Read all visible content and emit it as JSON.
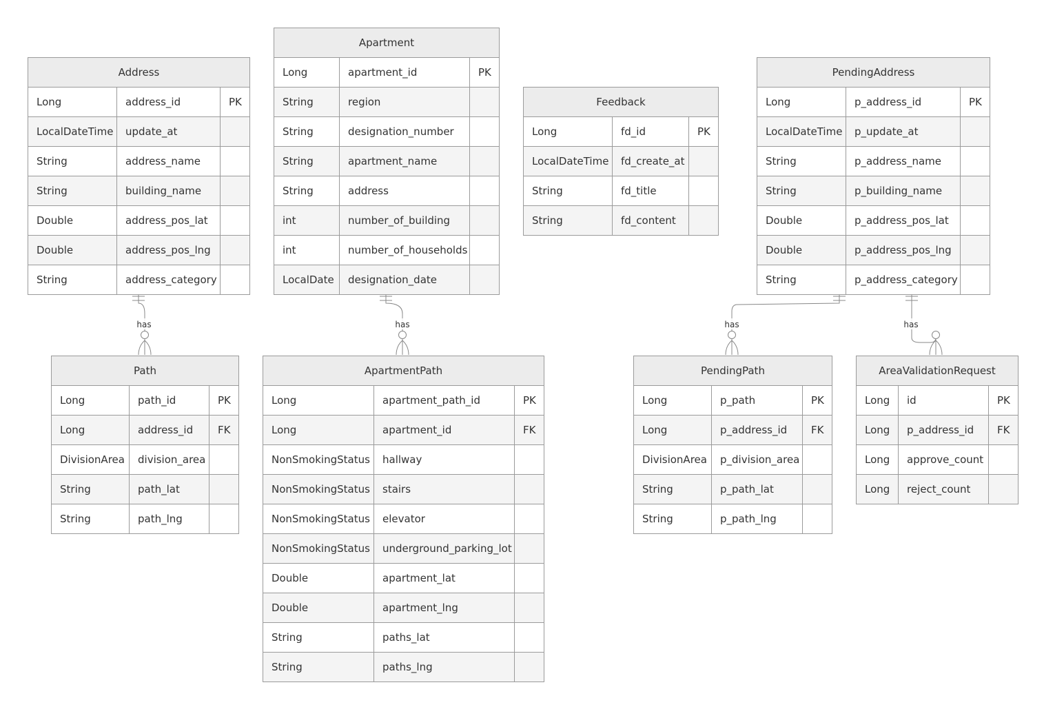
{
  "entities": [
    {
      "id": "address",
      "name": "Address",
      "attributes": [
        {
          "type": "Long",
          "name": "address_id",
          "key": "PK"
        },
        {
          "type": "LocalDateTime",
          "name": "update_at",
          "key": ""
        },
        {
          "type": "String",
          "name": "address_name",
          "key": ""
        },
        {
          "type": "String",
          "name": "building_name",
          "key": ""
        },
        {
          "type": "Double",
          "name": "address_pos_lat",
          "key": ""
        },
        {
          "type": "Double",
          "name": "address_pos_lng",
          "key": ""
        },
        {
          "type": "String",
          "name": "address_category",
          "key": ""
        }
      ]
    },
    {
      "id": "apartment",
      "name": "Apartment",
      "attributes": [
        {
          "type": "Long",
          "name": "apartment_id",
          "key": "PK"
        },
        {
          "type": "String",
          "name": "region",
          "key": ""
        },
        {
          "type": "String",
          "name": "designation_number",
          "key": ""
        },
        {
          "type": "String",
          "name": "apartment_name",
          "key": ""
        },
        {
          "type": "String",
          "name": "address",
          "key": ""
        },
        {
          "type": "int",
          "name": "number_of_building",
          "key": ""
        },
        {
          "type": "int",
          "name": "number_of_households",
          "key": ""
        },
        {
          "type": "LocalDate",
          "name": "designation_date",
          "key": ""
        }
      ]
    },
    {
      "id": "feedback",
      "name": "Feedback",
      "attributes": [
        {
          "type": "Long",
          "name": "fd_id",
          "key": "PK"
        },
        {
          "type": "LocalDateTime",
          "name": "fd_create_at",
          "key": ""
        },
        {
          "type": "String",
          "name": "fd_title",
          "key": ""
        },
        {
          "type": "String",
          "name": "fd_content",
          "key": ""
        }
      ]
    },
    {
      "id": "pending-address",
      "name": "PendingAddress",
      "attributes": [
        {
          "type": "Long",
          "name": "p_address_id",
          "key": "PK"
        },
        {
          "type": "LocalDateTime",
          "name": "p_update_at",
          "key": ""
        },
        {
          "type": "String",
          "name": "p_address_name",
          "key": ""
        },
        {
          "type": "String",
          "name": "p_building_name",
          "key": ""
        },
        {
          "type": "Double",
          "name": "p_address_pos_lat",
          "key": ""
        },
        {
          "type": "Double",
          "name": "p_address_pos_lng",
          "key": ""
        },
        {
          "type": "String",
          "name": "p_address_category",
          "key": ""
        }
      ]
    },
    {
      "id": "path",
      "name": "Path",
      "attributes": [
        {
          "type": "Long",
          "name": "path_id",
          "key": "PK"
        },
        {
          "type": "Long",
          "name": "address_id",
          "key": "FK"
        },
        {
          "type": "DivisionArea",
          "name": "division_area",
          "key": ""
        },
        {
          "type": "String",
          "name": "path_lat",
          "key": ""
        },
        {
          "type": "String",
          "name": "path_lng",
          "key": ""
        }
      ]
    },
    {
      "id": "apartment-path",
      "name": "ApartmentPath",
      "attributes": [
        {
          "type": "Long",
          "name": "apartment_path_id",
          "key": "PK"
        },
        {
          "type": "Long",
          "name": "apartment_id",
          "key": "FK"
        },
        {
          "type": "NonSmokingStatus",
          "name": "hallway",
          "key": ""
        },
        {
          "type": "NonSmokingStatus",
          "name": "stairs",
          "key": ""
        },
        {
          "type": "NonSmokingStatus",
          "name": "elevator",
          "key": ""
        },
        {
          "type": "NonSmokingStatus",
          "name": "underground_parking_lot",
          "key": ""
        },
        {
          "type": "Double",
          "name": "apartment_lat",
          "key": ""
        },
        {
          "type": "Double",
          "name": "apartment_lng",
          "key": ""
        },
        {
          "type": "String",
          "name": "paths_lat",
          "key": ""
        },
        {
          "type": "String",
          "name": "paths_lng",
          "key": ""
        }
      ]
    },
    {
      "id": "pending-path",
      "name": "PendingPath",
      "attributes": [
        {
          "type": "Long",
          "name": "p_path",
          "key": "PK"
        },
        {
          "type": "Long",
          "name": "p_address_id",
          "key": "FK"
        },
        {
          "type": "DivisionArea",
          "name": "p_division_area",
          "key": ""
        },
        {
          "type": "String",
          "name": "p_path_lat",
          "key": ""
        },
        {
          "type": "String",
          "name": "p_path_lng",
          "key": ""
        }
      ]
    },
    {
      "id": "area-validation-request",
      "name": "AreaValidationRequest",
      "attributes": [
        {
          "type": "Long",
          "name": "id",
          "key": "PK"
        },
        {
          "type": "Long",
          "name": "p_address_id",
          "key": "FK"
        },
        {
          "type": "Long",
          "name": "approve_count",
          "key": ""
        },
        {
          "type": "Long",
          "name": "reject_count",
          "key": ""
        }
      ]
    }
  ],
  "relationships": [
    {
      "from": "address",
      "to": "path",
      "label": "has",
      "from_cardinality": "exactly-one",
      "to_cardinality": "zero-or-more"
    },
    {
      "from": "apartment",
      "to": "apartment-path",
      "label": "has",
      "from_cardinality": "exactly-one",
      "to_cardinality": "zero-or-more"
    },
    {
      "from": "pending-address",
      "to": "pending-path",
      "label": "has",
      "from_cardinality": "exactly-one",
      "to_cardinality": "zero-or-more"
    },
    {
      "from": "pending-address",
      "to": "area-validation-request",
      "label": "has",
      "from_cardinality": "exactly-one",
      "to_cardinality": "zero-or-more"
    }
  ],
  "colors": {
    "header_bg": "#ececec",
    "row_alt": "#f4f4f4",
    "row": "#ffffff",
    "border": "#9a9a9a",
    "line": "#888888",
    "text": "#333333"
  }
}
